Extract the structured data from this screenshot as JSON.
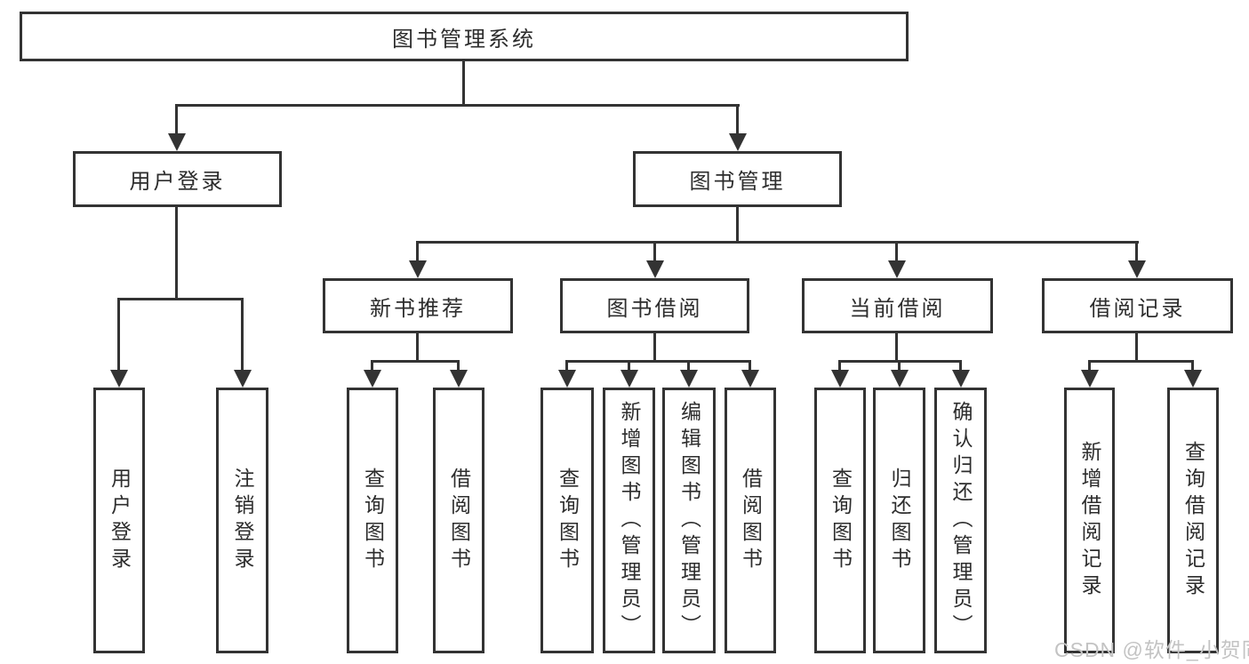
{
  "colors": {
    "line": "#333333",
    "text": "#2d2d2d",
    "watermark": "#c3c3c3",
    "background": "#ffffff"
  },
  "watermark": "CSDN @软件_小贺同学",
  "tree": {
    "root": {
      "label": "图书管理系统"
    },
    "branches": [
      {
        "label": "用户登录",
        "children": [
          {
            "label": "用户登录"
          },
          {
            "label": "注销登录"
          }
        ]
      },
      {
        "label": "图书管理",
        "sections": [
          {
            "label": "新书推荐",
            "children": [
              {
                "label": "查询图书"
              },
              {
                "label": "借阅图书"
              }
            ]
          },
          {
            "label": "图书借阅",
            "children": [
              {
                "label": "查询图书"
              },
              {
                "label": "新增图书（管理员）"
              },
              {
                "label": "编辑图书（管理员）"
              },
              {
                "label": "借阅图书"
              }
            ]
          },
          {
            "label": "当前借阅",
            "children": [
              {
                "label": "查询图书"
              },
              {
                "label": "归还图书"
              },
              {
                "label": "确认归还（管理员）"
              }
            ]
          },
          {
            "label": "借阅记录",
            "children": [
              {
                "label": "新增借阅记录"
              },
              {
                "label": "查询借阅记录"
              }
            ]
          }
        ]
      }
    ]
  }
}
